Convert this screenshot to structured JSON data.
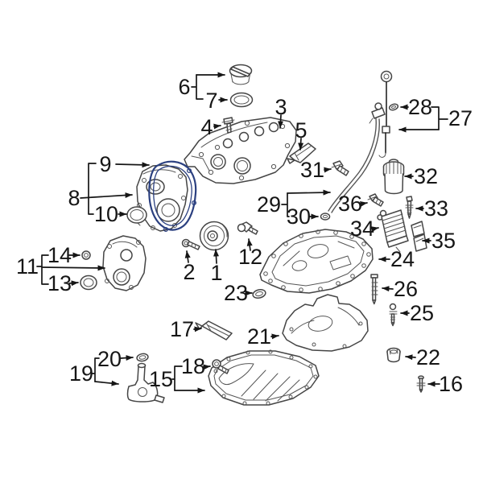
{
  "diagram": {
    "type": "exploded-parts-diagram",
    "background_color": "#ffffff",
    "line_color": "#454545",
    "label_color": "#161616",
    "highlight_color": "#2b4080",
    "highlighted_callout": "9",
    "callouts": [
      "1",
      "2",
      "3",
      "4",
      "5",
      "6",
      "7",
      "8",
      "9",
      "10",
      "11",
      "12",
      "13",
      "14",
      "15",
      "16",
      "17",
      "18",
      "19",
      "20",
      "21",
      "22",
      "23",
      "24",
      "25",
      "26",
      "27",
      "28",
      "29",
      "30",
      "31",
      "32",
      "33",
      "34",
      "35",
      "36"
    ]
  }
}
